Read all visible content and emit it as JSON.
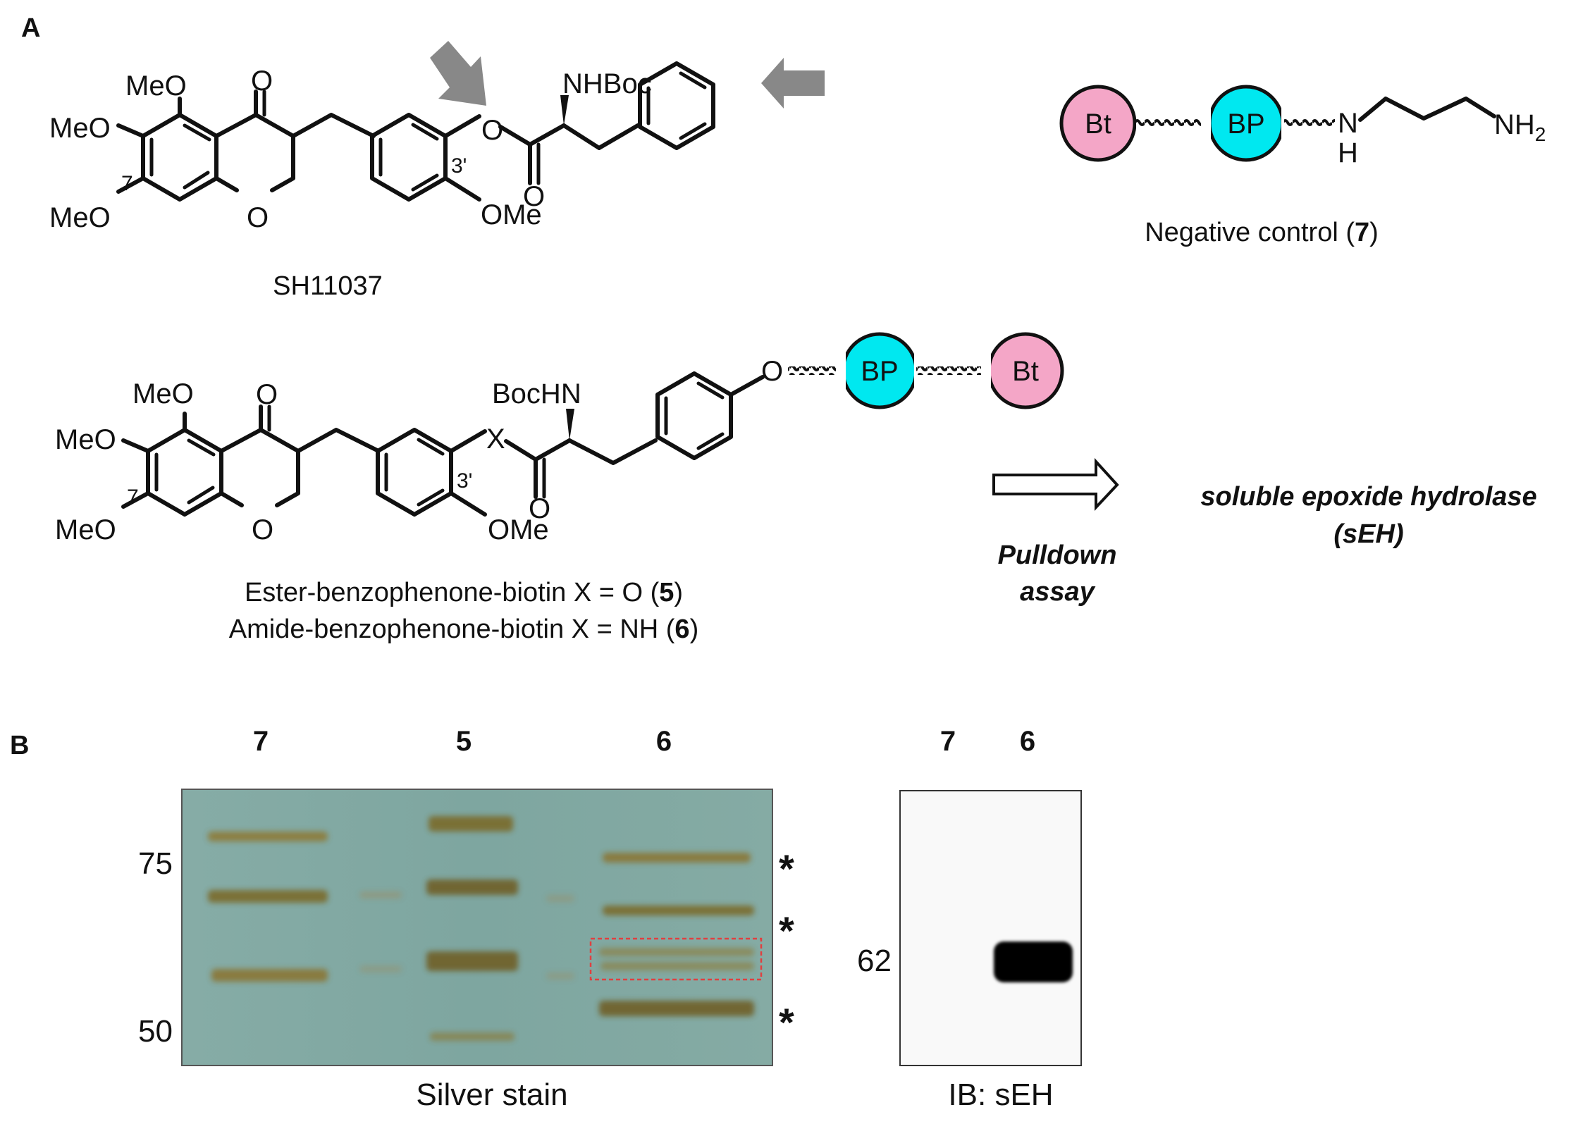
{
  "panels": {
    "a": {
      "letter": "A"
    },
    "b": {
      "letter": "B"
    }
  },
  "atoms": {
    "meo": "MeO",
    "ome": "OMe",
    "o": "O",
    "nhboc": "NHBoc",
    "bochn": "BocHN",
    "x": "X",
    "pos7": "7",
    "pos3p": "3'",
    "n": "N",
    "h": "H",
    "nh": "NH",
    "sub2": "2"
  },
  "compounds": {
    "sh11037": "SH11037",
    "negative_control": {
      "prefix": "Negative control (",
      "number": "7",
      "suffix": ")"
    },
    "ester": {
      "prefix": "Ester-benzophenone-biotin  X = O (",
      "number": "5",
      "suffix": ")"
    },
    "amide": {
      "prefix": "Amide-benzophenone-biotin  X = NH (",
      "number": "6",
      "suffix": ")"
    }
  },
  "tags": {
    "biotin": "Bt",
    "benzophenone": "BP"
  },
  "tag_colors": {
    "biotin": "#f4a6c7",
    "benzophenone": "#00e8f0"
  },
  "arrow_color": "#888888",
  "assay": {
    "line1": "Pulldown",
    "line2": "assay"
  },
  "target": {
    "line1": "soluble epoxide hydrolase",
    "line2": "(sEH)"
  },
  "silver_stain": {
    "caption": "Silver stain",
    "lanes": [
      "7",
      "5",
      "6"
    ],
    "mw_markers": [
      "75",
      "50"
    ],
    "band_marks": [
      "*",
      "*",
      "*"
    ],
    "gel_color": "#7fa7a0",
    "highlight_color": "#e04040"
  },
  "immunoblot": {
    "caption": "IB: sEH",
    "lanes": [
      "7",
      "6"
    ],
    "mw_markers": [
      "62"
    ]
  }
}
